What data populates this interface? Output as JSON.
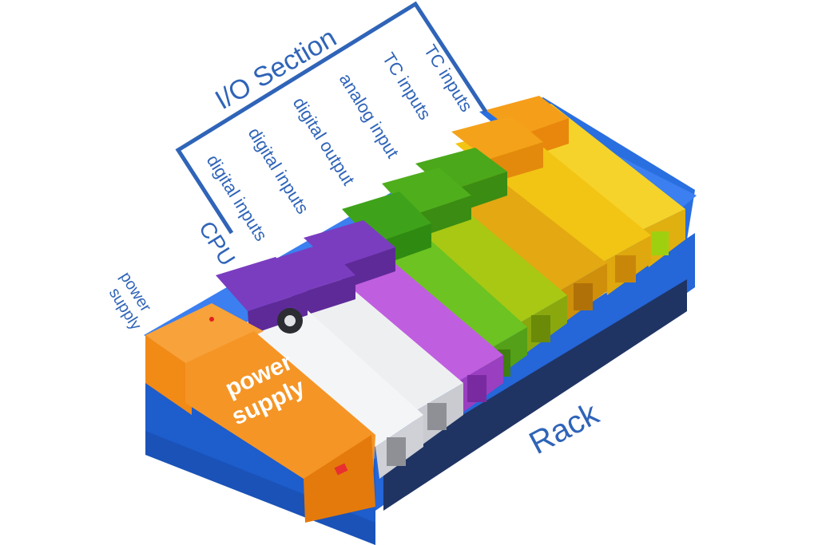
{
  "labels": {
    "io_section": "I/O Section",
    "cpu": "CPU",
    "power_supply_line1": "power",
    "power_supply_line2": "supply",
    "rack": "Rack",
    "module_power_line1": "power",
    "module_power_line2": "supply",
    "slots": [
      "digital inputs",
      "digital inputs",
      "digital output",
      "analog input",
      "TC inputs",
      "TC inputs"
    ]
  },
  "colors": {
    "label_blue": "#2f64b8",
    "rack_blue": "#2a6fe0",
    "rack_dark": "#1f3463",
    "power_orange": "#f28a16",
    "cpu_purple": "#7a3dc0",
    "digital_white": "#e9eaec",
    "digital_violet": "#b84ed8",
    "analog_green": "#6cc321",
    "analog_lime": "#a8c814",
    "tc_orange": "#f3a21a",
    "tc_yellow": "#f2c414"
  }
}
